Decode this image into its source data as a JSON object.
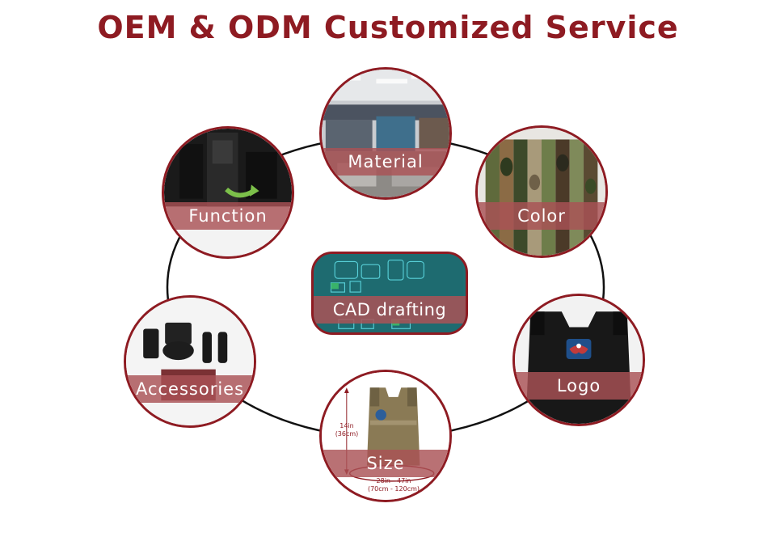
{
  "title": "OEM & ODM Customized Service",
  "nodes": {
    "material": "Material",
    "function": "Function",
    "color": "Color",
    "cad": "CAD drafting",
    "accessories": "Accessories",
    "logo": "Logo",
    "size": "Size"
  },
  "size_dims": {
    "height_in": "14in",
    "height_cm": "(36cm)",
    "width_in": "28in - 47in",
    "width_cm": "(70cm - 120cm)"
  },
  "colors": {
    "brand": "#8e1b22",
    "band": "#aa5256"
  }
}
